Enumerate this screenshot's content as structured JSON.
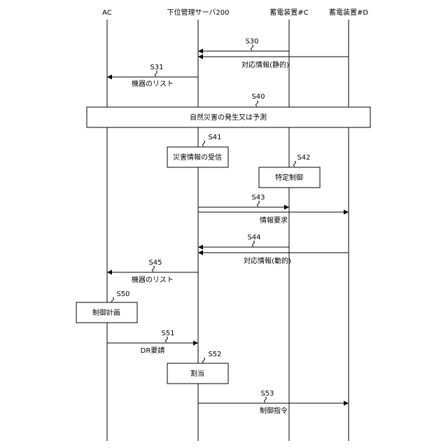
{
  "participants": {
    "ac": "AC",
    "sub": "下位管理サーバ200",
    "c": "蓄電装置#C",
    "d": "蓄電装置#D"
  },
  "banner": {
    "step": "S40",
    "label": "自然災害の発生又は予測"
  },
  "steps": {
    "s30": {
      "step": "S30",
      "label": "対応情報(静的)"
    },
    "s31": {
      "step": "S31",
      "label": "機器のリスト"
    },
    "s41": {
      "step": "S41",
      "label": "災害情報の受信"
    },
    "s42": {
      "step": "S42",
      "label": "特定制御"
    },
    "s43": {
      "step": "S43",
      "label": "情報要求"
    },
    "s44": {
      "step": "S44",
      "label": "対応情報(動的)"
    },
    "s45": {
      "step": "S45",
      "label": "機器のリスト"
    },
    "s50": {
      "step": "S50",
      "label": "制御計画"
    },
    "s51": {
      "step": "S51",
      "label": "DR要請"
    },
    "s52": {
      "step": "S52",
      "label": "割当"
    },
    "s53": {
      "step": "S53",
      "label": "制御指令"
    }
  }
}
